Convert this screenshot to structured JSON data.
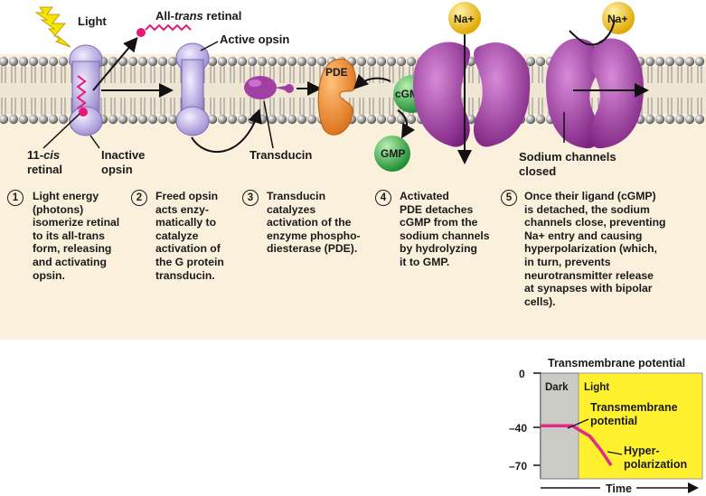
{
  "labels": {
    "light": "Light",
    "all_trans_retinal_prefix": "All-",
    "all_trans_retinal_italic": "trans",
    "all_trans_retinal_suffix": " retinal",
    "active_opsin": "Active opsin",
    "pde": "PDE",
    "cgmp": "cGMP",
    "gmp": "GMP",
    "na_plus": "Na+",
    "eleven": "11-",
    "cis": "cis",
    "retinal": "retinal",
    "inactive": "Inactive",
    "opsin": "opsin",
    "transducin": "Transducin",
    "sodium_channels": "Sodium channels",
    "closed": "closed"
  },
  "steps": [
    {
      "num": "1",
      "text": "Light energy\n(photons)\nisomerize retinal\nto its all-trans\nform, releasing\nand activating\nopsin."
    },
    {
      "num": "2",
      "text": "Freed opsin\nacts enzy-\nmatically to\ncatalyze\nactivation of\nthe G protein\ntransducin."
    },
    {
      "num": "3",
      "text": "Transducin\ncatalyzes\nactivation of the\nenzyme phospho-\ndiesterase (PDE)."
    },
    {
      "num": "4",
      "text": "Activated\nPDE detaches\ncGMP from the\nsodium channels\nby hydrolyzing\nit to GMP."
    },
    {
      "num": "5",
      "text": "Once their ligand (cGMP)\nis detached, the sodium\nchannels close, preventing\nNa+ entry and causing\nhyperpolarization (which,\nin turn, prevents\nneurotransmitter release\nat synapses with bipolar\ncells)."
    }
  ],
  "graph": {
    "title": "Transmembrane potential",
    "y_ticks": [
      "0",
      "–40",
      "–70"
    ],
    "dark_label": "Dark",
    "light_label": "Light",
    "curve_label_1": "Transmembrane",
    "curve_label_2": "potential",
    "hyper_label_1": "Hyper-",
    "hyper_label_2": "polarization",
    "x_label": "Time",
    "curve_points": [
      [
        0,
        -40
      ],
      [
        0.45,
        -40
      ],
      [
        0.7,
        -48
      ],
      [
        0.85,
        -58
      ],
      [
        1.0,
        -70
      ]
    ],
    "colors": {
      "dark_panel": "#c9cbc4",
      "light_panel": "#fff12e",
      "curve": "#e22a88"
    }
  },
  "colors": {
    "membrane_bg": "#f3dfbe",
    "cytoplasm_bg": "#fbf0dc",
    "opsin": "#b7a8df",
    "pde": "#ee8a2a",
    "cgmp": "#39b24a",
    "channel": "#a23fa3",
    "na": "#f3c317",
    "retinal": "#e5187a"
  }
}
